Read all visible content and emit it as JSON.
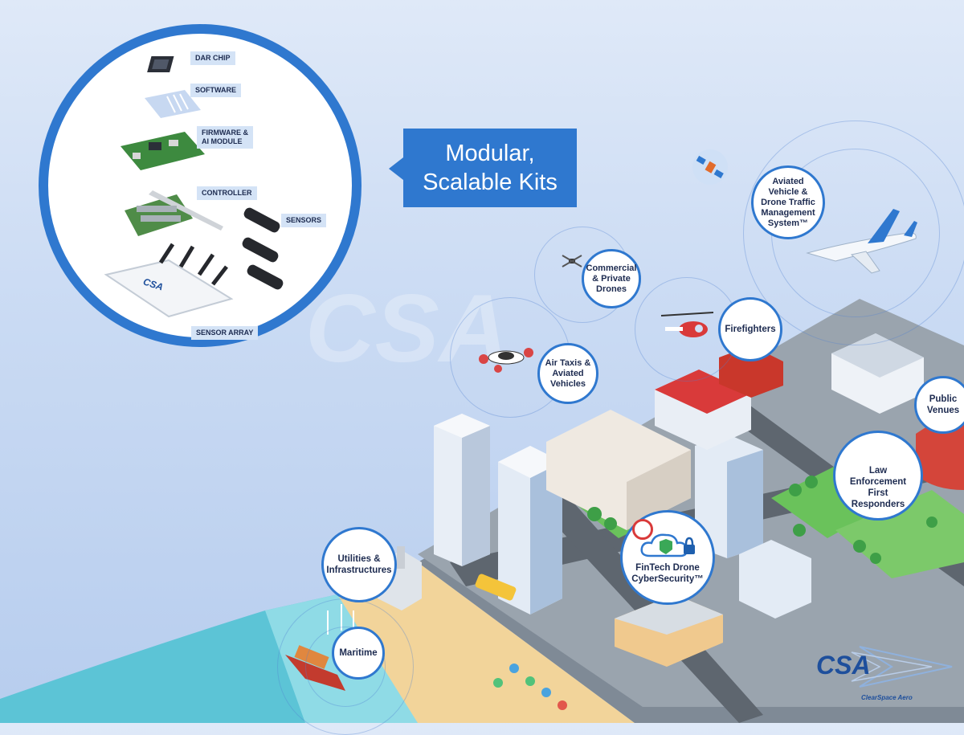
{
  "kit": {
    "items": [
      {
        "label": "DAR CHIP"
      },
      {
        "label": "SOFTWARE"
      },
      {
        "label": "FIRMWARE &\nAI MODULE"
      },
      {
        "label": "CONTROLLER"
      },
      {
        "label": "SENSORS"
      },
      {
        "label": "SENSOR ARRAY"
      }
    ],
    "device_logo": "CSA"
  },
  "callout": {
    "line1": "Modular,",
    "line2": "Scalable Kits"
  },
  "bubbles": {
    "atm": "Aviated Vehicle & Drone Traffic Management System™",
    "commercial": "Commercial & Private Drones",
    "air_taxis": "Air Taxis & Aviated Vehicles",
    "firefighters": "Firefighters",
    "public_venues": "Public Venues",
    "law": "Law Enforcement First Responders",
    "fintech": "FinTech Drone CyberSecurity™",
    "utilities": "Utilities & Infrastructures",
    "maritime": "Maritime"
  },
  "logo": {
    "mark": "CSA",
    "name": "ClearSpace Aero"
  },
  "colors": {
    "accent": "#2f78cf",
    "text": "#1d2b50",
    "sea": "#5cc4d6",
    "sand": "#f2d49a"
  },
  "icons": [
    "chip-icon",
    "software-icon",
    "module-board-icon",
    "controller-icon",
    "sensor-icon",
    "sensor-array-icon",
    "satellite-icon",
    "airplane-icon",
    "quadcopter-icon",
    "air-taxi-icon",
    "helicopter-icon",
    "cloud-lock-icon",
    "no-drone-icon",
    "ship-icon"
  ]
}
